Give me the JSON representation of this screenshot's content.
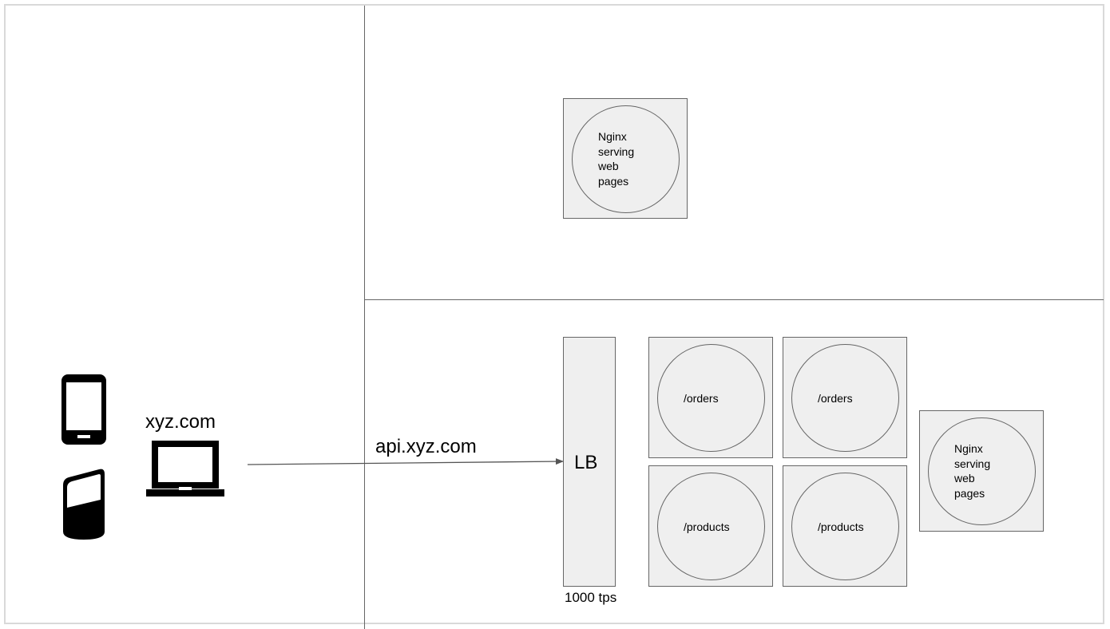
{
  "client": {
    "icons": [
      "phone-icon",
      "smart-speaker-icon",
      "laptop-icon"
    ],
    "domain_label": "xyz.com"
  },
  "connector": {
    "api_domain_label": "api.xyz.com"
  },
  "top_section": {
    "nginx": {
      "lines": [
        "Nginx",
        "serving",
        "web",
        "pages"
      ]
    }
  },
  "bottom_section": {
    "load_balancer": {
      "label": "LB",
      "throughput": "1000 tps"
    },
    "services": [
      {
        "label": "/orders"
      },
      {
        "label": "/orders"
      },
      {
        "label": "/products"
      },
      {
        "label": "/products"
      }
    ],
    "nginx": {
      "lines": [
        "Nginx",
        "serving",
        "web",
        "pages"
      ]
    }
  },
  "colors": {
    "node_fill": "#efefef",
    "stroke": "#666666",
    "frame_border": "#d9d9d9"
  }
}
